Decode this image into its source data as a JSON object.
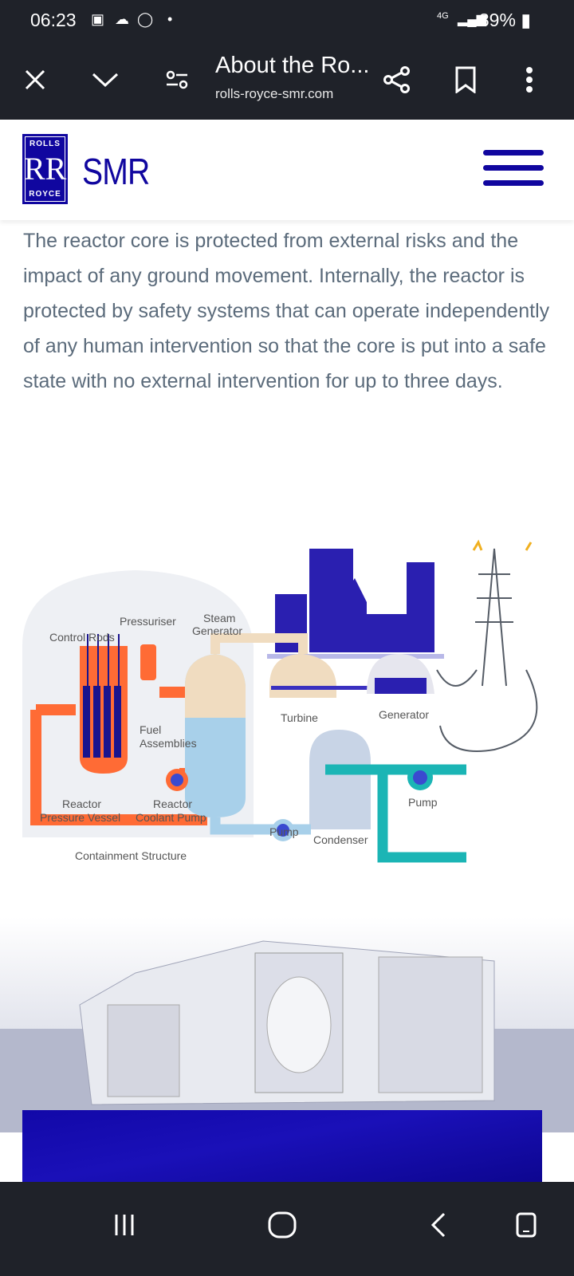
{
  "status_bar": {
    "time": "06:23",
    "network": "4G",
    "battery": "89%"
  },
  "browser": {
    "title": "About the Ro...",
    "url": "rolls-royce-smr.com"
  },
  "site_header": {
    "logo_top": "ROLLS",
    "logo_mid": "RR",
    "logo_bottom": "ROYCE",
    "brand": "SMR"
  },
  "article": {
    "paragraph": "The reactor core is protected from external risks and the impact of any ground movement. Internally, the reactor is protected by safety systems that can operate independently of any human intervention so that the core is put into a safe state with no external intervention for up to three days."
  },
  "diagram": {
    "labels": {
      "pressuriser": "Pressuriser",
      "steam1": "Steam",
      "steam2": "Generator",
      "control_rods": "Control Rods",
      "fuel1": "Fuel",
      "fuel2": "Assemblies",
      "turbine": "Turbine",
      "generator": "Generator",
      "rpv1": "Reactor",
      "rpv2": "Pressure Vessel",
      "rcp1": "Reactor",
      "rcp2": "Coolant Pump",
      "pump1": "Pump",
      "condenser": "Condenser",
      "pump2": "Pump",
      "containment": "Containment Structure"
    },
    "colors": {
      "primary": "#ff6b35",
      "steam": "#f0dcc0",
      "water": "#a8d0ea",
      "cooling": "#1bb5b5",
      "city": "#2a1fb0"
    }
  }
}
